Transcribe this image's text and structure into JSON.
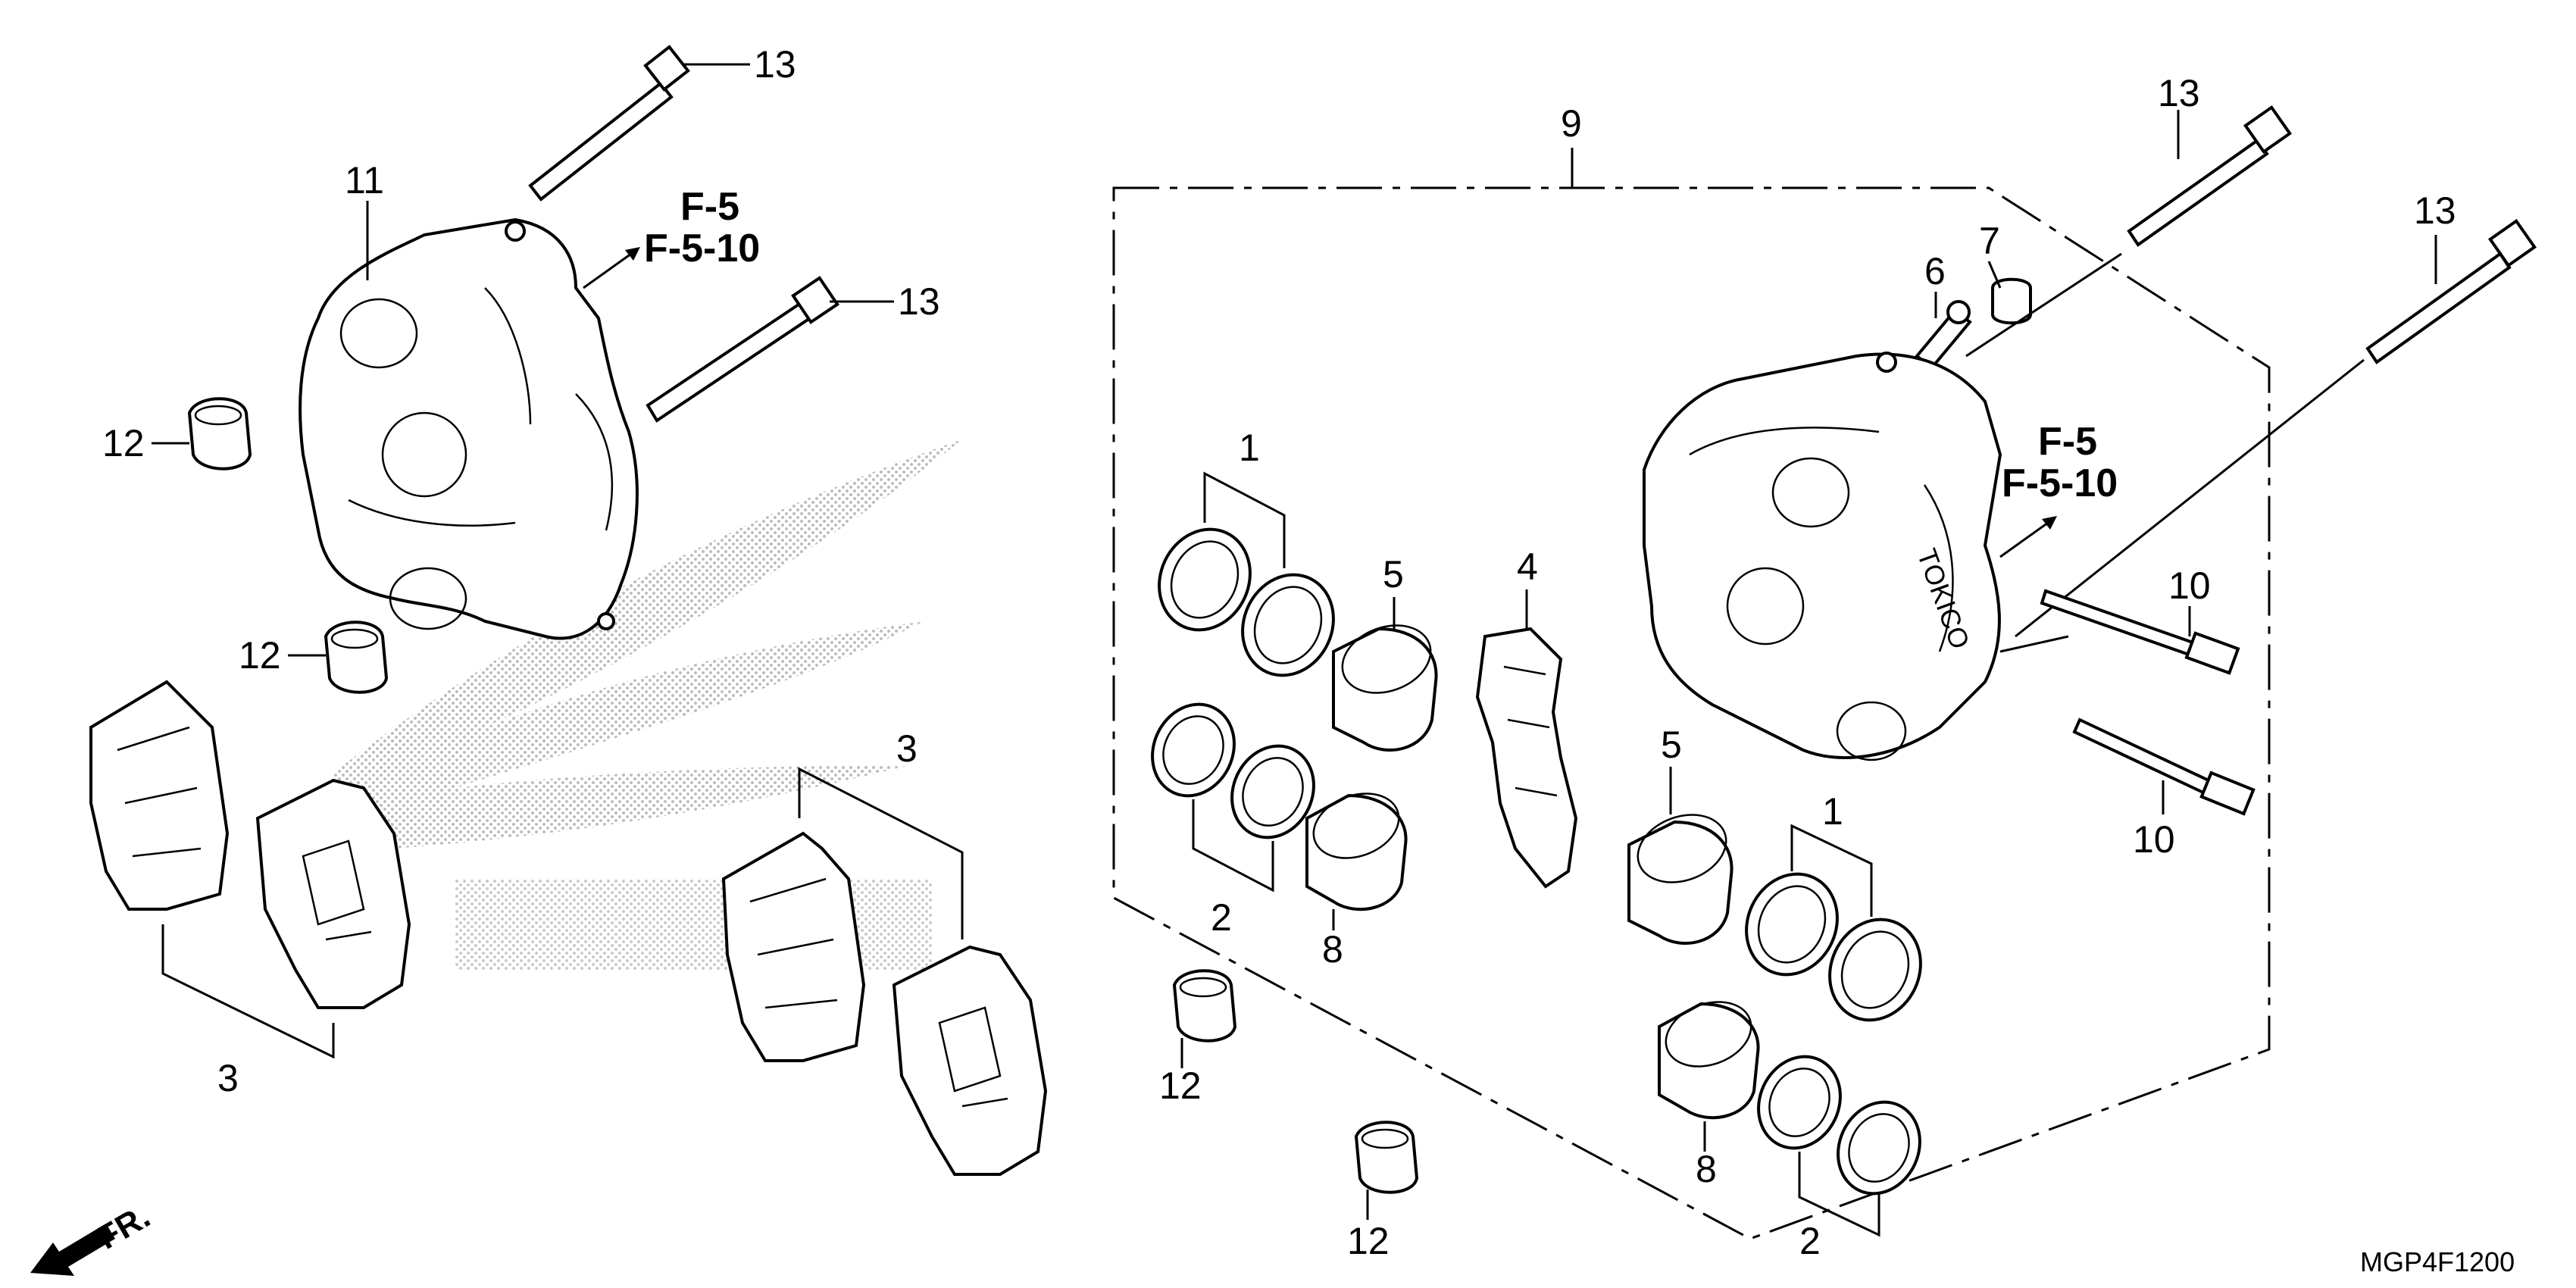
{
  "diagram_code": "MGP4F1200",
  "front_indicator": "FR.",
  "references": {
    "left": [
      "F-5",
      "F-5-10"
    ],
    "right": [
      "F-5",
      "F-5-10"
    ]
  },
  "callouts": {
    "c13a": "13",
    "c13b": "13",
    "c13c": "13",
    "c13d": "13",
    "c11": "11",
    "c12a": "12",
    "c12b": "12",
    "c12c": "12",
    "c12d": "12",
    "c3a": "3",
    "c3b": "3",
    "c9": "9",
    "c1a": "1",
    "c1b": "1",
    "c2a": "2",
    "c2b": "2",
    "c4": "4",
    "c5a": "5",
    "c5b": "5",
    "c6": "6",
    "c7": "7",
    "c8a": "8",
    "c8b": "8",
    "c10a": "10",
    "c10b": "10"
  },
  "caliper_brand": "TOKICO"
}
